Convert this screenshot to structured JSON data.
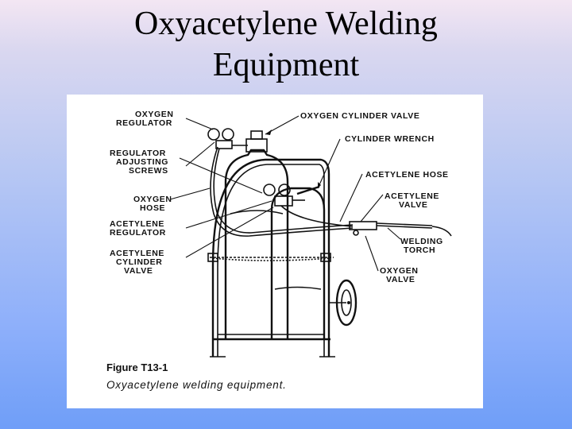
{
  "slide": {
    "title_line1": "Oxyacetylene Welding",
    "title_line2": "Equipment"
  },
  "figure": {
    "labels": {
      "oxygen_regulator_1": "OXYGEN",
      "oxygen_regulator_2": "REGULATOR",
      "regulator_adjusting_screws_1": "REGULATOR",
      "regulator_adjusting_screws_2": "ADJUSTING",
      "regulator_adjusting_screws_3": "SCREWS",
      "oxygen_hose_1": "OXYGEN",
      "oxygen_hose_2": "HOSE",
      "acetylene_regulator_1": "ACETYLENE",
      "acetylene_regulator_2": "REGULATOR",
      "acetylene_cylinder_valve_1": "ACETYLENE",
      "acetylene_cylinder_valve_2": "CYLINDER",
      "acetylene_cylinder_valve_3": "VALVE",
      "oxygen_cylinder_valve": "OXYGEN CYLINDER VALVE",
      "cylinder_wrench": "CYLINDER  WRENCH",
      "acetylene_hose": "ACETYLENE HOSE",
      "acetylene_valve_1": "ACETYLENE",
      "acetylene_valve_2": "VALVE",
      "welding_torch_1": "WELDING",
      "welding_torch_2": "TORCH",
      "oxygen_valve_1": "OXYGEN",
      "oxygen_valve_2": "VALVE"
    },
    "caption_number": "Figure T13-1",
    "caption_text": "Oxyacetylene welding equipment."
  }
}
